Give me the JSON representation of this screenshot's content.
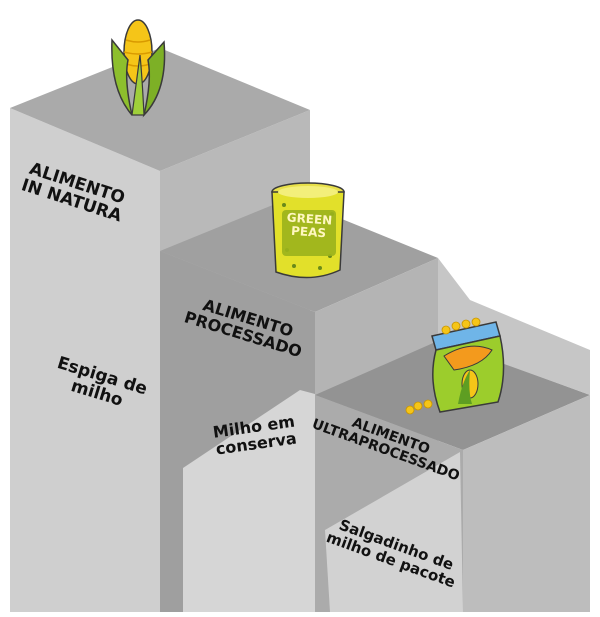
{
  "steps": [
    {
      "title": [
        "ALIMENTO",
        "IN NATURA"
      ],
      "name": [
        "Espiga de",
        "milho"
      ],
      "icon": "corn-cob-icon"
    },
    {
      "title": [
        "ALIMENTO",
        "PROCESSADO"
      ],
      "name": [
        "Milho em",
        "conserva"
      ],
      "icon": "canned-green-peas-icon",
      "can_label": [
        "GREEN",
        "PEAS"
      ]
    },
    {
      "title": [
        "ALIMENTO",
        "ULTRAPROCESSADO"
      ],
      "name": [
        "Salgadinho de",
        "milho de pacote"
      ],
      "icon": "corn-snack-bag-icon"
    }
  ],
  "colors": {
    "light_face": "#d2d2d2",
    "front_face": "#c4c4c4",
    "top_face": "#a9a9a9",
    "shadow_face": "#8f8f8f",
    "corn_yellow": "#f5c518",
    "leaf_green": "#8dbf2d",
    "can_yellow": "#e2e02a"
  }
}
